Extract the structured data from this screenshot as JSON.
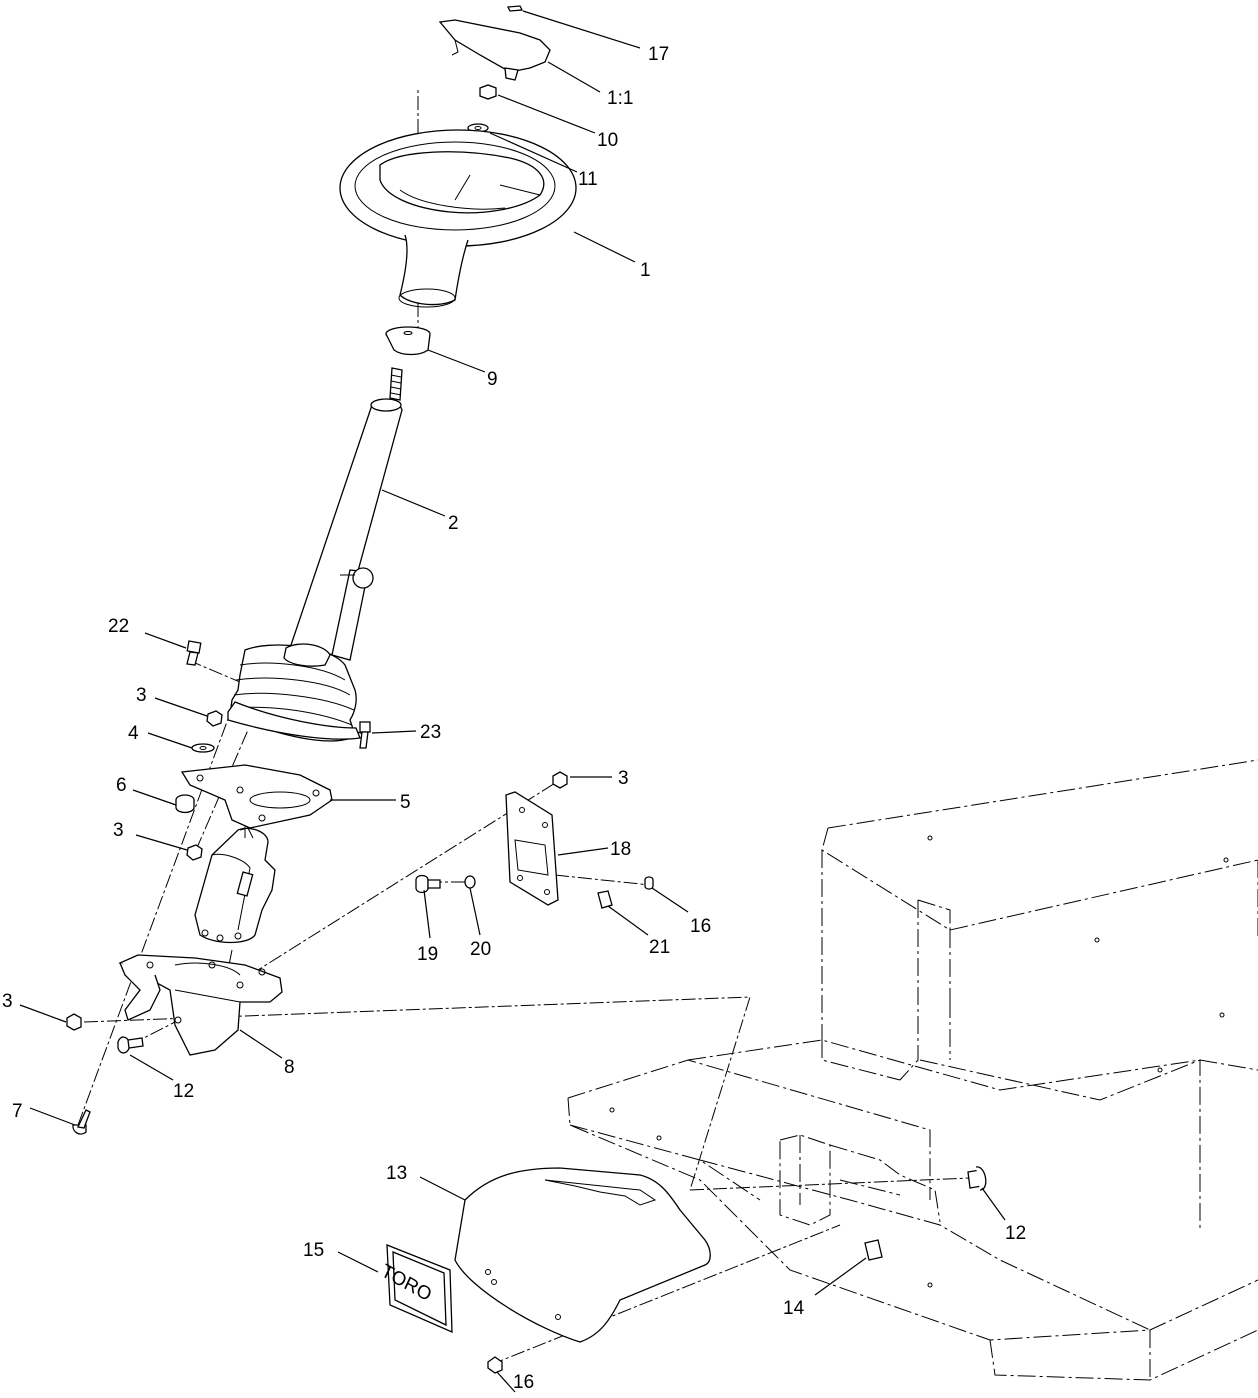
{
  "diagram": {
    "callouts": [
      "17",
      "1:1",
      "10",
      "11",
      "1",
      "9",
      "2",
      "22",
      "3",
      "4",
      "23",
      "6",
      "5",
      "3",
      "3",
      "18",
      "19",
      "20",
      "21",
      "16",
      "3",
      "8",
      "12",
      "7",
      "12",
      "13",
      "15",
      "14",
      "16"
    ],
    "logo_text": "TORO"
  }
}
